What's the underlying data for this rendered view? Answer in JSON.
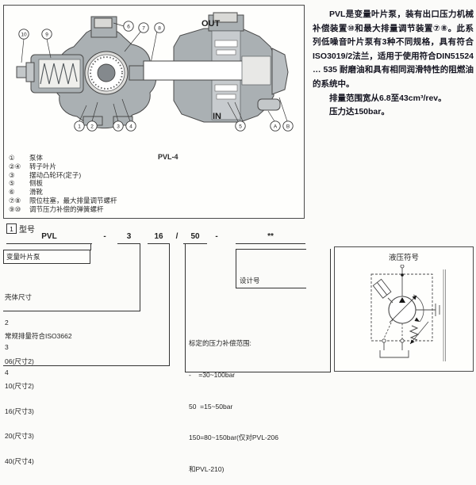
{
  "diagram": {
    "figure_label": "PVL-4",
    "out_label": "OUT",
    "in_label": "IN",
    "callouts_left_top": [
      "10",
      "9",
      "6",
      "7",
      "8"
    ],
    "callouts_left_bottom": [
      "1",
      "2",
      "3",
      "4"
    ],
    "callouts_right": [
      "5",
      "A",
      "B"
    ],
    "legend": [
      {
        "sym": "①",
        "text": "泵体"
      },
      {
        "sym": "②④",
        "text": "转子叶片"
      },
      {
        "sym": "③",
        "text": "摆动凸轮环(定子)"
      },
      {
        "sym": "⑤",
        "text": "侧板"
      },
      {
        "sym": "⑥",
        "text": "滑靴"
      },
      {
        "sym": "⑦⑧",
        "text": "限位柱塞，最大排量调节螺杆"
      },
      {
        "sym": "⑨⑩",
        "text": "调节压力补偿的弹簧螺杆"
      }
    ]
  },
  "intro": {
    "p1": "PVL是变量叶片泵，装有出口压力机械补偿装置⑩和最大排量调节装置⑦⑧。此系列低噪音叶片泵有3种不同规格，具有符合ISO3019/2法兰，适用于使用符合DIN51524 … 535 耐磨油和具有相同润滑特性的阻燃油的系统中。",
    "p2": "排量范围宽从6.8至43cm³/rev。",
    "p3": "压力达150bar。"
  },
  "model": {
    "section_num": "1",
    "section_title": "型号",
    "code": {
      "series": "PVL",
      "dash1": "-",
      "size": "3",
      "disp": "16",
      "slash": "/",
      "comp": "50",
      "dash2": "-",
      "design": "**"
    },
    "pump_type_label": "变量叶片泵",
    "size_title": "壳体尺寸",
    "sizes": [
      "2",
      "3",
      "4"
    ],
    "disp_title": "常规排量符合ISO3662",
    "disps": [
      "06(尺寸2)",
      "10(尺寸2)",
      "16(尺寸3)",
      "20(尺寸3)",
      "40(尺寸4)"
    ],
    "comp_title": "标定的压力补偿范围:",
    "comps": [
      "-    =30~100bar",
      "50  =15~50bar",
      "150=80~150bar(仅对PVL-206",
      "和PVL-210)"
    ],
    "design_label": "设计号"
  },
  "symbol_box": {
    "title": "液压符号"
  },
  "colors": {
    "diagram_gray": "#aab0b3",
    "outline": "#4a4a4a",
    "text": "#1c1c1c"
  }
}
